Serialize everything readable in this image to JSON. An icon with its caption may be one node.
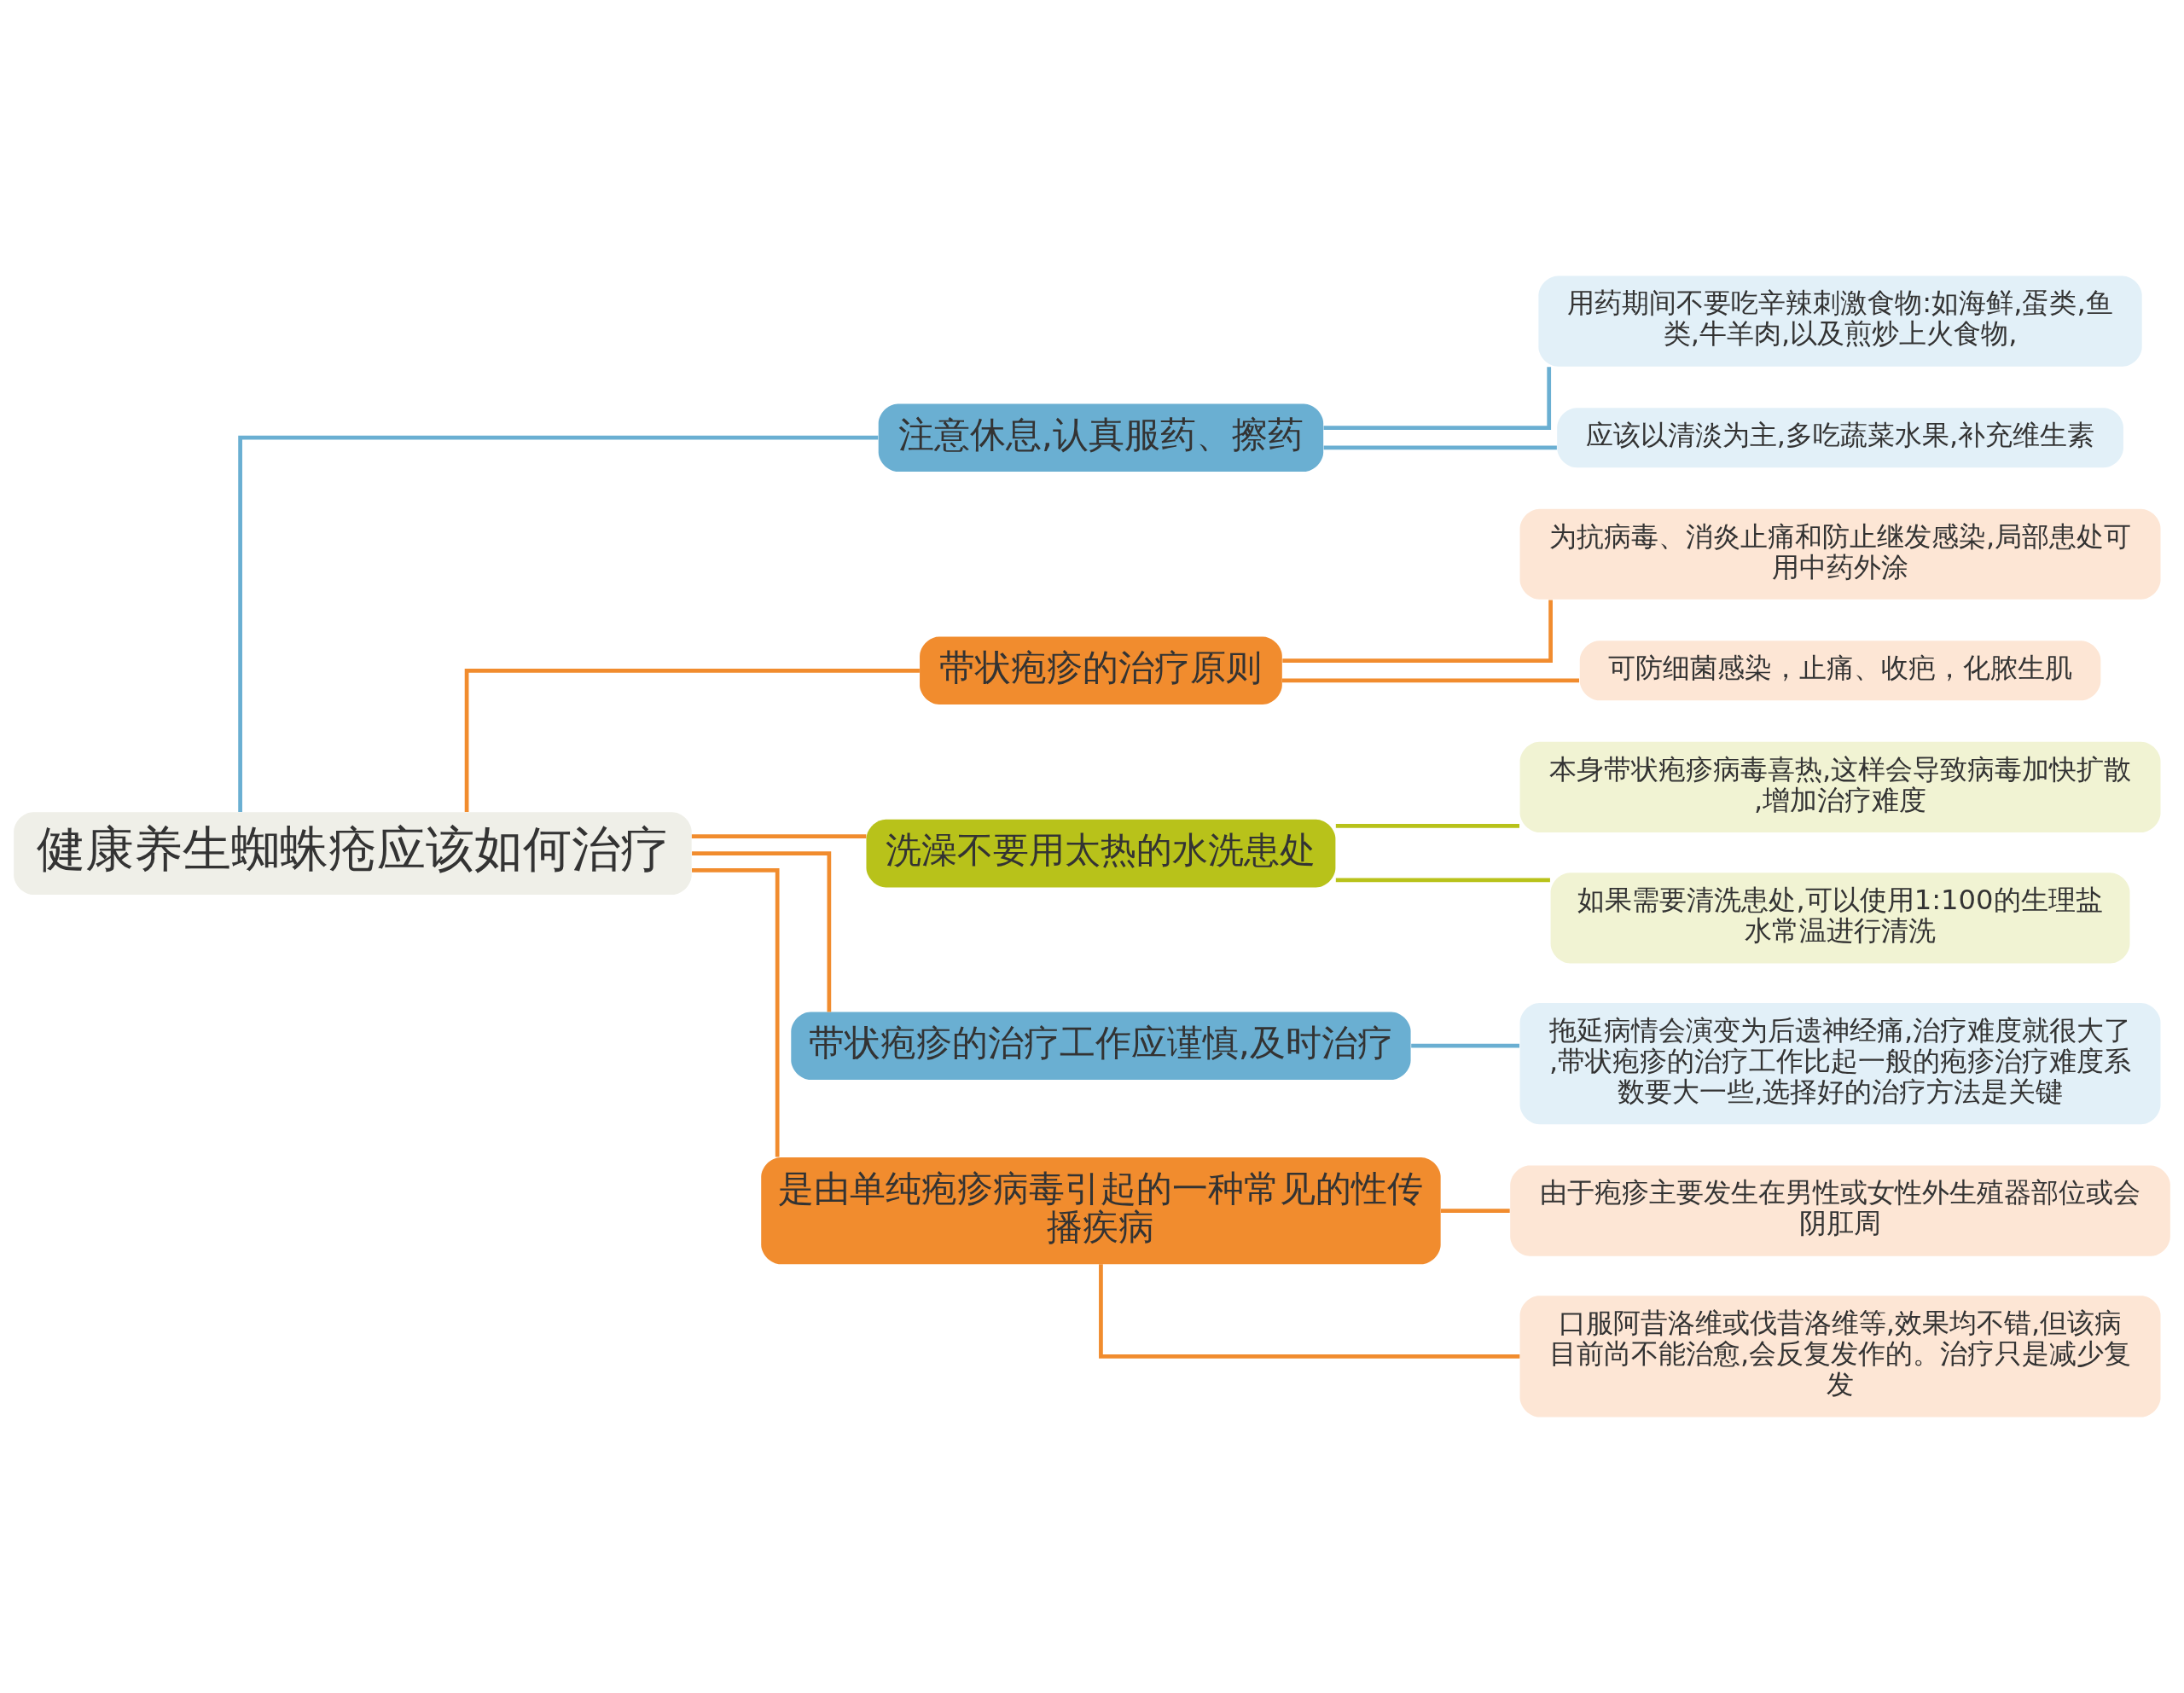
{
  "diagram": {
    "nodes": [
      {
        "text": [
          "健康养生蜘蛛疮应该如何治疗"
        ]
      },
      {
        "text": [
          "注意休息,认真服药、擦药"
        ]
      },
      {
        "text": [
          "用药期间不要吃辛辣刺激食物:如海鲜,蛋类,鱼类,牛羊肉,以及煎炒上火食物,"
        ]
      },
      {
        "text": [
          "应该以清淡为主,多吃蔬菜水果,补充维生素"
        ]
      },
      {
        "text": [
          "带状疱疹的治疗原则"
        ]
      },
      {
        "text": [
          "为抗病毒、消炎止痛和防止继发感染,局部患处可用中药外涂"
        ]
      },
      {
        "text": [
          "可防细菌感染，止痛、收疤，化脓生肌"
        ]
      },
      {
        "text": [
          "洗澡不要用太热的水洗患处"
        ]
      },
      {
        "text": [
          "本身带状疱疹病毒喜热,这样会导致病毒加快扩散,增加治疗难度"
        ]
      },
      {
        "text": [
          "如果需要清洗患处,可以使用1:100的生理盐水常温进行清洗"
        ]
      },
      {
        "text": [
          "带状疱疹的治疗工作应谨慎,及时治疗"
        ]
      },
      {
        "text": [
          "拖延病情会演变为后遗神经痛,治疗难度就很大了,带状疱疹的治疗工作比起一般的疱疹治疗难度系数要大一些,选择好的治疗方法是关键"
        ]
      },
      {
        "text": [
          "是由单纯疱疹病毒引起的一种常见的性传播疾病"
        ]
      },
      {
        "text": [
          "由于疱疹主要发生在男性或女性外生殖器部位或会阴肛周"
        ]
      },
      {
        "text": [
          "口服阿昔洛维或伐昔洛维等,效果均不错,但该病目前尚不能治愈,会反复发作的。治疗只是减少复发"
        ]
      }
    ],
    "edges": [
      {
        "from": 0,
        "to": 1,
        "arrow": "none",
        "color": "#6aafd2"
      },
      {
        "from": 1,
        "to": 2,
        "arrow": "none",
        "color": "#6aafd2"
      },
      {
        "from": 1,
        "to": 3,
        "arrow": "none",
        "color": "#6aafd2"
      },
      {
        "from": 0,
        "to": 4,
        "arrow": "none"
      },
      {
        "from": 4,
        "to": 5,
        "arrow": "none"
      },
      {
        "from": 4,
        "to": 6,
        "arrow": "none"
      },
      {
        "from": 0,
        "to": 7,
        "arrow": "none"
      },
      {
        "from": 7,
        "to": 8,
        "arrow": "none",
        "color": "#b8c21a"
      },
      {
        "from": 7,
        "to": 9,
        "arrow": "none",
        "color": "#b8c21a"
      },
      {
        "from": 0,
        "to": 10,
        "arrow": "none"
      },
      {
        "from": 10,
        "to": 11,
        "arrow": "none",
        "color": "#6aafd2"
      },
      {
        "from": 0,
        "to": 12,
        "arrow": "none"
      },
      {
        "from": 12,
        "to": 13,
        "arrow": "none"
      },
      {
        "from": 12,
        "to": 14,
        "arrow": "none"
      }
    ]
  }
}
